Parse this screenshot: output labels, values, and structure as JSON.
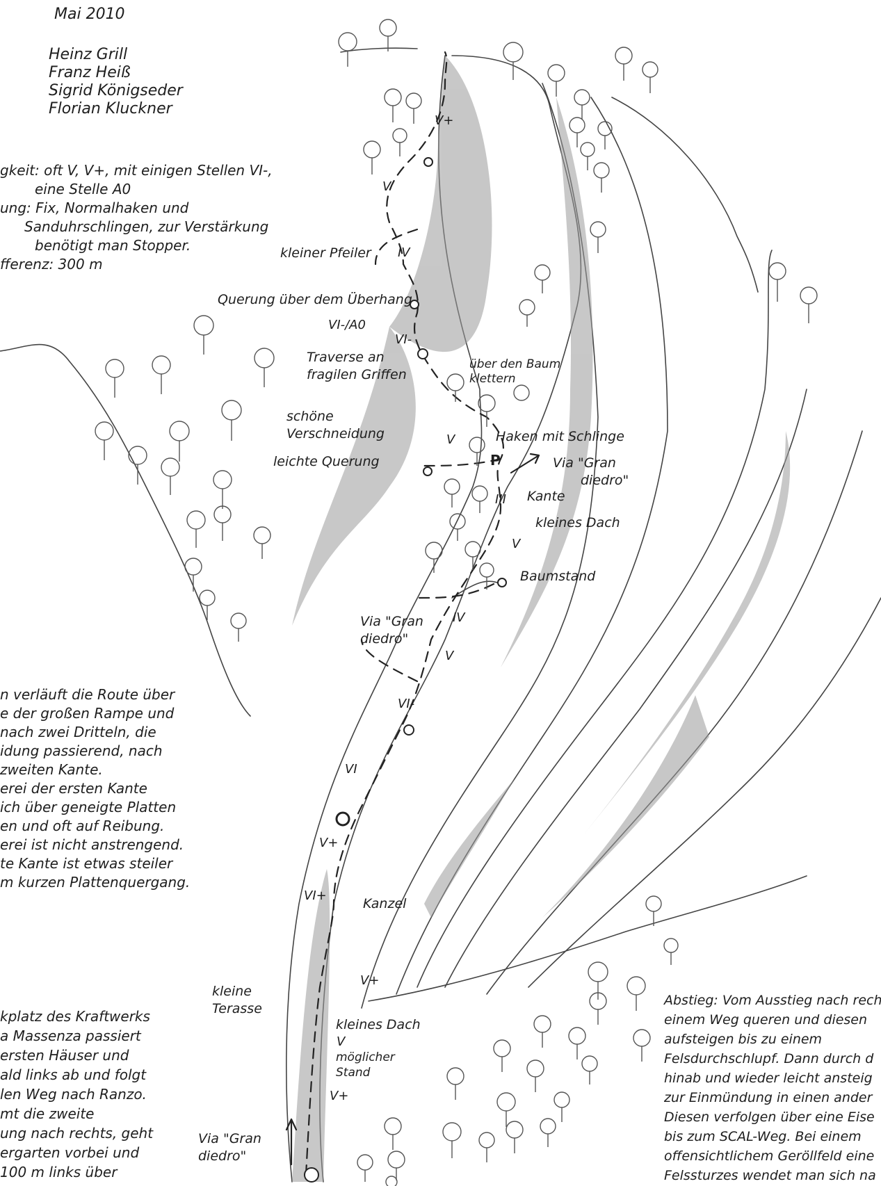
{
  "date": "Mai 2010",
  "authors": [
    "Heinz Grill",
    "Franz Heiß",
    "Sigrid Königseder",
    "Florian Kluckner"
  ],
  "info": [
    "gkeit: oft V, V+, mit einigen Stellen VI-,",
    "eine Stelle A0",
    "ung: Fix, Normalhaken und",
    "Sanduhrschlingen, zur Verstärkung",
    "benötigt man Stopper.",
    "fferenz: 300 m"
  ],
  "route_description": [
    "n verläuft die Route über",
    "e der großen Rampe und",
    "nach zwei Dritteln, die",
    "idung passierend, nach",
    "zweiten Kante.",
    "erei der ersten Kante",
    "ich über geneigte Platten",
    "en und oft auf Reibung.",
    "erei ist nicht anstrengend.",
    "te Kante ist etwas steiler",
    "m kurzen Plattenquergang."
  ],
  "approach": [
    "kplatz des Kraftwerks",
    "a Massenza passiert",
    "ersten Häuser und",
    "ald links ab und folgt",
    "len Weg nach Ranzo.",
    "mt die zweite",
    "ung nach rechts, geht",
    "ergarten vorbei und",
    "100 m links über"
  ],
  "descent": [
    "Abstieg: Vom Ausstieg nach rech",
    "einem Weg queren und diesen",
    "aufsteigen bis zu einem",
    "Felsdurchschlupf. Dann durch d",
    "hinab und wieder leicht ansteig",
    "zur Einmündung in einen ander",
    "Diesen verfolgen über eine Eise",
    "bis zum SCAL-Weg. Bei einem",
    "offensichtlichem Geröllfeld eine",
    "Felssturzes wendet man sich na"
  ],
  "labels": {
    "kleiner_pfeiler": "kleiner Pfeiler",
    "querung_ueberhang": "Querung über dem Überhang",
    "traverse": [
      "Traverse an",
      "fragilen Griffen"
    ],
    "schoene_verschneidung": [
      "schöne",
      "Verschneidung"
    ],
    "leichte_querung": "leichte Querung",
    "ueber_den_baum": [
      "über den Baum",
      "klettern"
    ],
    "haken_mit_schlinge": "Haken mit Schlinge",
    "via_gran_diedro_right": [
      "Via \"Gran",
      "diedro\""
    ],
    "kante": "Kante",
    "kleines_dach_upper": "kleines Dach",
    "baumstand": "Baumstand",
    "via_gran_diedro_mid": [
      "Via \"Gran",
      "diedro\""
    ],
    "kanzel": "Kanzel",
    "kleine_terasse": [
      "kleine",
      "Terasse"
    ],
    "kleines_dach_lower": "kleines Dach",
    "moeglicher_stand": [
      "möglicher",
      "Stand"
    ],
    "via_gran_diedro_bottom": [
      "Via \"Gran",
      "diedro\""
    ],
    "piton_symbol": "P"
  },
  "grades": {
    "g1": "V+",
    "g2": "V",
    "g3": "IV",
    "g4": "VI-/A0",
    "g5": "VI-",
    "g6": "V",
    "g7": "III",
    "g8": "V",
    "g9": "IV",
    "g10": "V",
    "g11": "VI-",
    "g12": "VI",
    "g13": "V+",
    "g14": "VI+",
    "g15": "V+",
    "g16": "V",
    "g17": "V+"
  }
}
